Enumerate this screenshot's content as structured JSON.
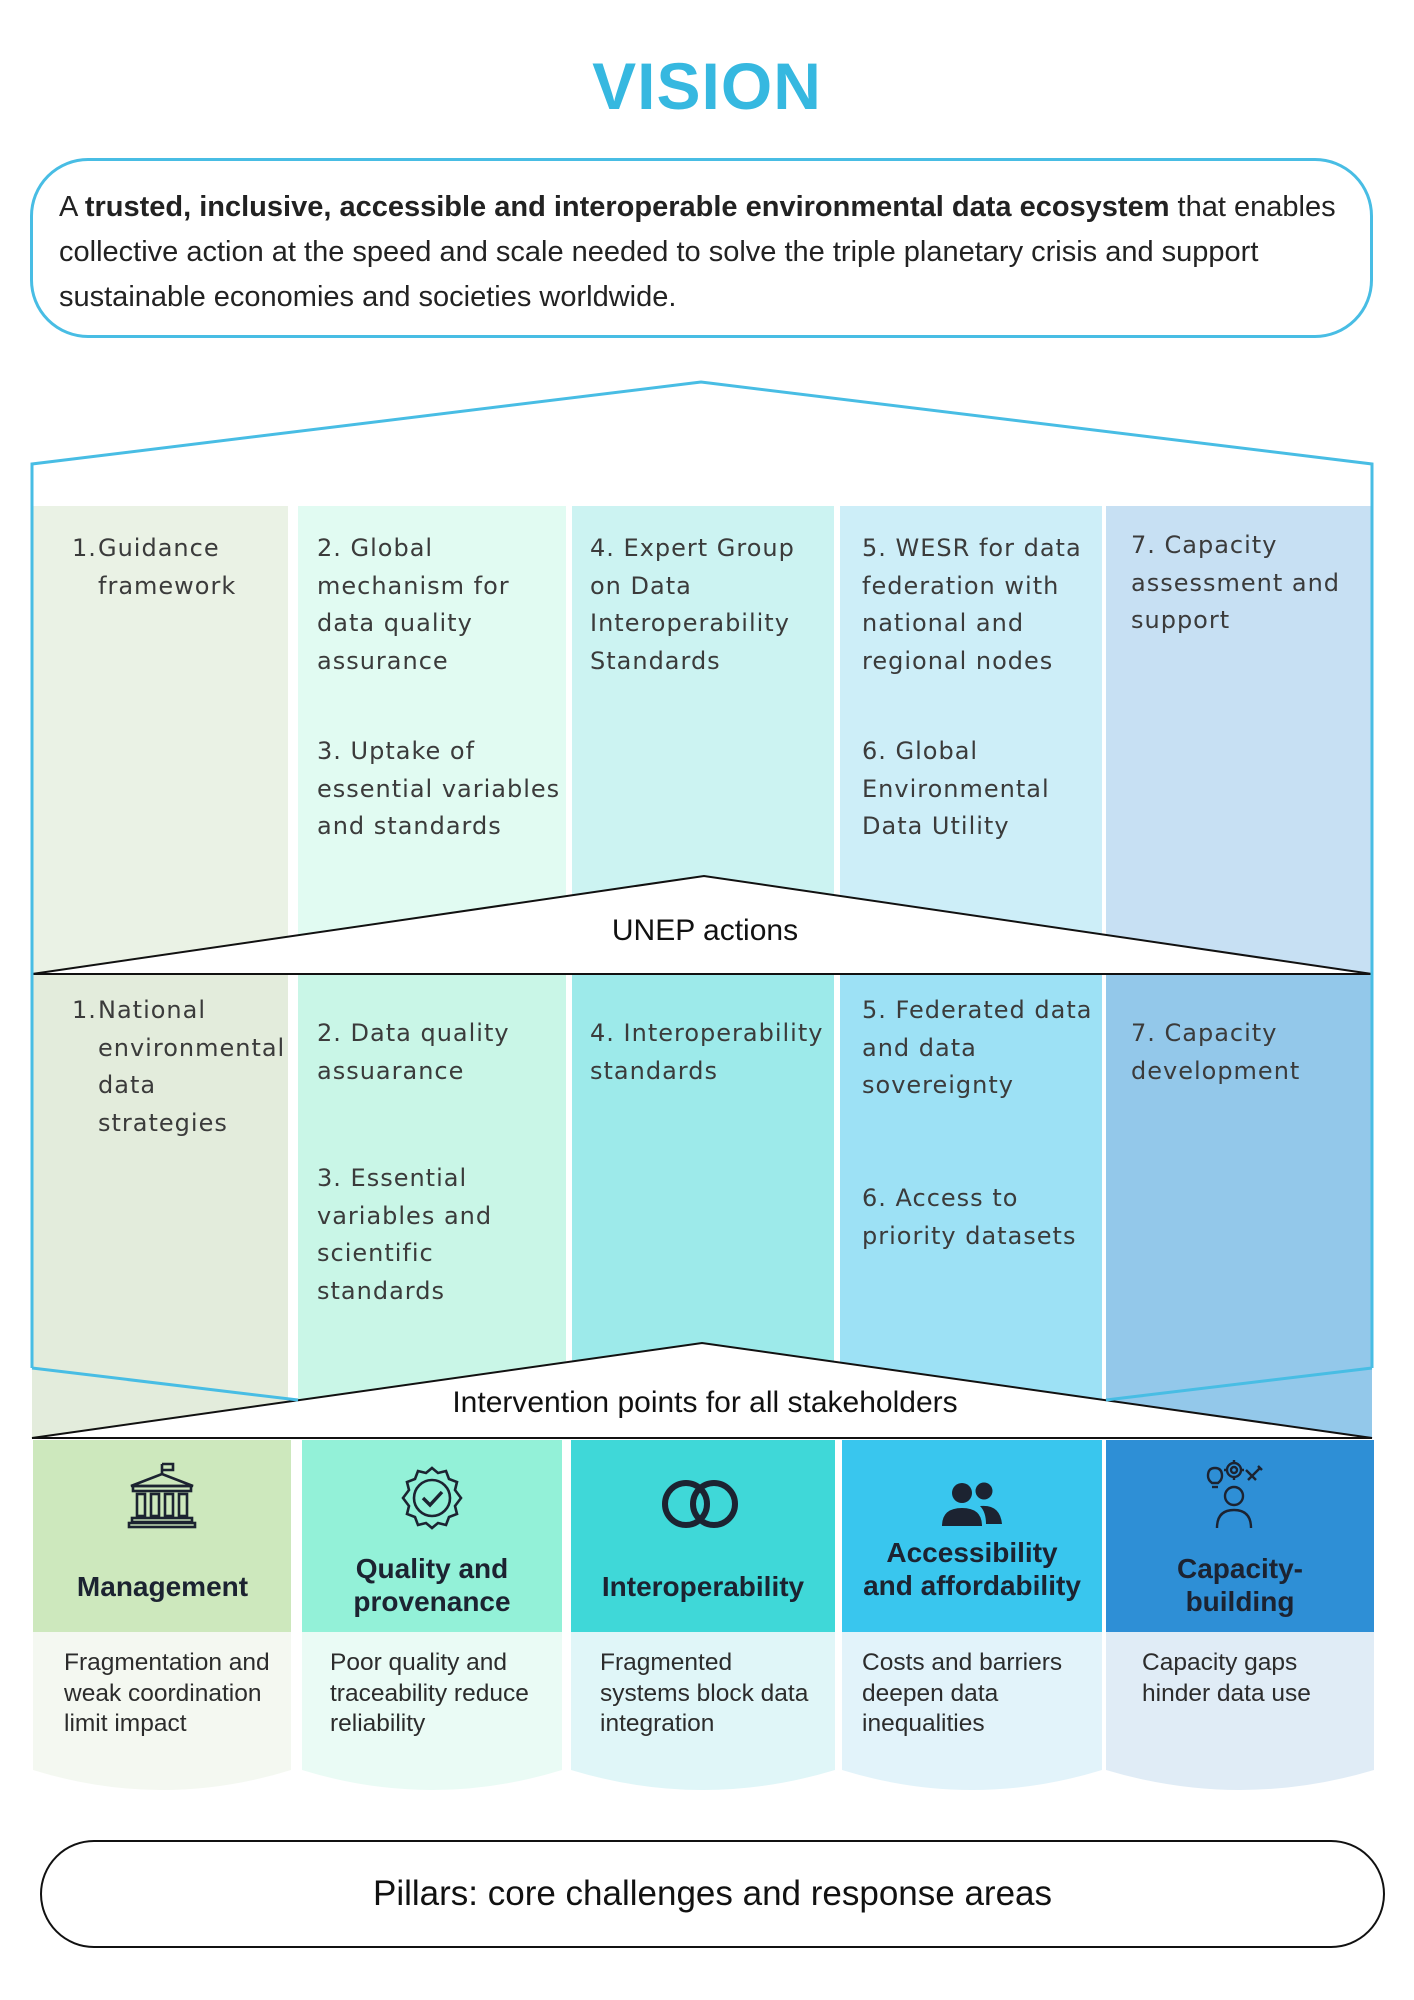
{
  "title": "VISION",
  "vision": {
    "prefix": "A ",
    "bold": "trusted, inclusive, accessible and interoperable environmental data ecosystem",
    "rest": " that enables collective action at the speed and scale needed to solve the triple planetary crisis and support sustainable economies and societies worldwide."
  },
  "unep_actions": {
    "label": "UNEP actions",
    "col1": [
      {
        "num": "1.",
        "text": "Guidance framework"
      }
    ],
    "col2": [
      {
        "text": "2. Global mechanism for data quality assurance"
      },
      {
        "text": "3. Uptake of essential variables and standards"
      }
    ],
    "col3": [
      {
        "text": "4. Expert Group on Data Interoperability Standards"
      }
    ],
    "col4": [
      {
        "text": "5. WESR for data federation with national and regional nodes"
      },
      {
        "text": "6. Global Environmental Data Utility"
      }
    ],
    "col5": [
      {
        "text": "7. Capacity assessment and support"
      }
    ]
  },
  "intervention": {
    "label": "Intervention points for all stakeholders",
    "col1": [
      {
        "num": "1.",
        "text": "National environmental data strategies"
      }
    ],
    "col2": [
      {
        "text": "2. Data quality assuarance"
      },
      {
        "text": "3. Essential variables and scientific standards"
      }
    ],
    "col3": [
      {
        "text": "4. Interoperability standards"
      }
    ],
    "col4": [
      {
        "text": "5. Federated data and data sovereignty"
      },
      {
        "text": "6. Access to priority datasets"
      }
    ],
    "col5": [
      {
        "text": "7. Capacity development"
      }
    ]
  },
  "pillars": [
    {
      "title": "Management",
      "icon": "institution-icon",
      "desc": "Fragmentation and weak coordination limit impact",
      "color": "#cde8bd"
    },
    {
      "title": "Quality and provenance",
      "icon": "verified-badge-icon",
      "desc": "Poor quality and traceability reduce reliability",
      "color": "#93f1d8"
    },
    {
      "title": "Interoperability",
      "icon": "link-icon",
      "desc": "Fragmented systems block data integration",
      "color": "#3fd8d8"
    },
    {
      "title": "Accessibility and affordability",
      "icon": "users-icon",
      "desc": "Costs and barriers deepen data inequalities",
      "color": "#39c6ee"
    },
    {
      "title": "Capacity-building",
      "icon": "person-ideas-icon",
      "desc": "Capacity gaps hinder data use",
      "color": "#2e8fd6"
    }
  ],
  "footer": "Pillars: core challenges and response areas",
  "colors": {
    "accent": "#36b8e0",
    "frame": "#48bde4"
  }
}
